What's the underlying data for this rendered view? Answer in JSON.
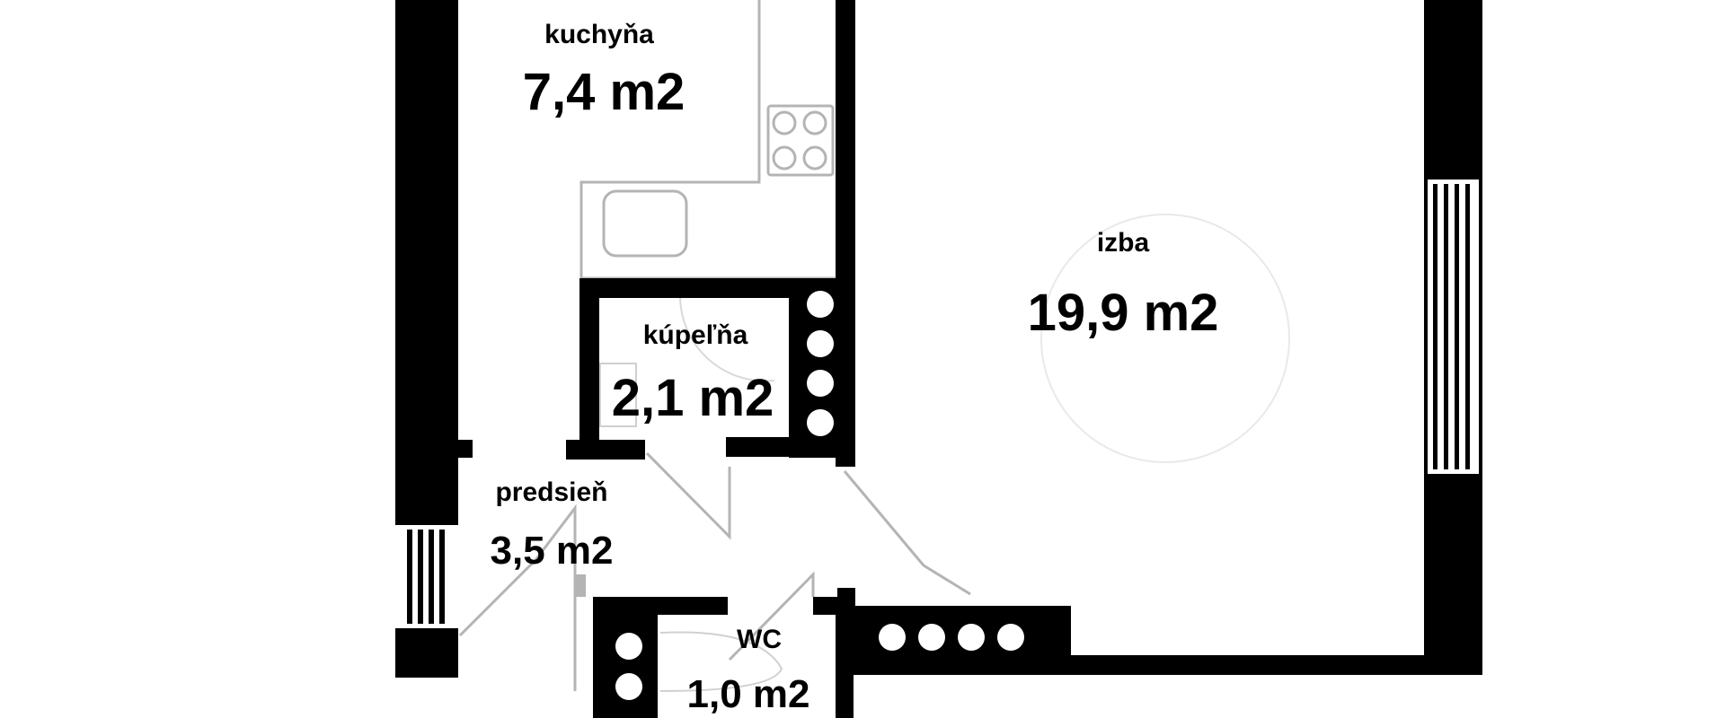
{
  "floor_plan": {
    "rooms": [
      {
        "id": "kitchen",
        "name": "kuchyňa",
        "area": "7,4 m2"
      },
      {
        "id": "room",
        "name": "izba",
        "area": "19,9 m2"
      },
      {
        "id": "bathroom",
        "name": "kúpeľňa",
        "area": "2,1 m2"
      },
      {
        "id": "hallway",
        "name": "predsieň",
        "area": "3,5 m2"
      },
      {
        "id": "wc",
        "name": "WC",
        "area": "1,0 m2"
      }
    ],
    "colors": {
      "wall": "#000000",
      "fixture": "#b4b4b4",
      "background": "#ffffff"
    }
  }
}
